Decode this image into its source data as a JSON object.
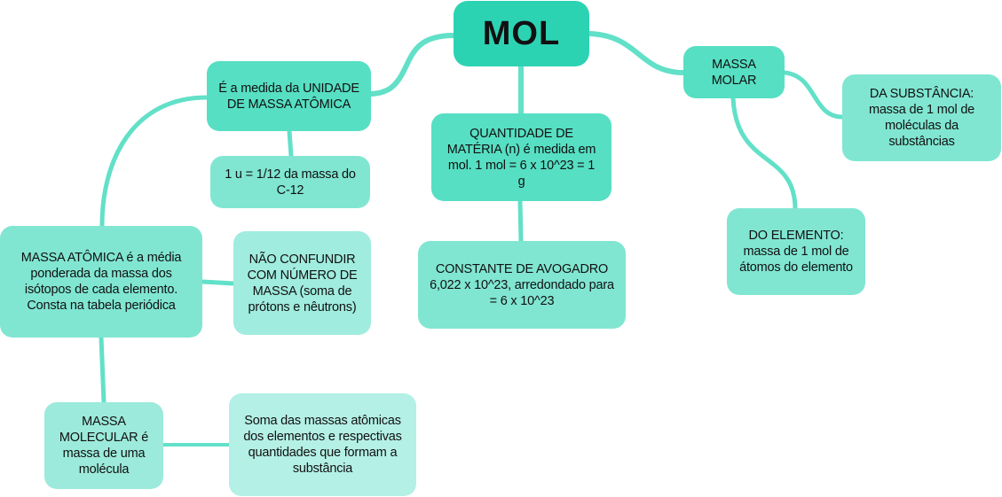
{
  "colors": {
    "root": "#2cd3b3",
    "level1": "#56dfc3",
    "level2": "#80e6d2",
    "level3": "#a0ecdf",
    "level4": "#b4f0e5",
    "link": "#62e0c8"
  },
  "nodes": {
    "root": "MOL",
    "unidade": "É a medida da UNIDADE DE MASSA ATÔMICA",
    "u_def": "1 u = 1/12 da massa do C-12",
    "quantidade": "QUANTIDADE DE MATÉRIA (n) é medida em mol. 1 mol = 6 x 10^23 = 1 g",
    "avogadro": "CONSTANTE DE AVOGADRO 6,022 x 10^23, arredondado para = 6 x 10^23",
    "massa_molar": "MASSA MOLAR",
    "substancia": "DA SUBSTÂNCIA: massa de 1 mol de moléculas da substâncias",
    "elemento": "DO ELEMENTO: massa de 1 mol de átomos do elemento",
    "massa_atomica": "MASSA ATÔMICA é a média ponderada da massa dos isótopos de cada elemento. Consta na tabela periódica",
    "nao_confundir": "NÃO CONFUNDIR COM NÚMERO DE MASSA (soma de prótons e nêutrons)",
    "massa_molecular": "MASSA MOLECULAR é massa de uma molécula",
    "soma": "Soma das massas atômicas dos elementos e respectivas quantidades que formam a substância"
  }
}
